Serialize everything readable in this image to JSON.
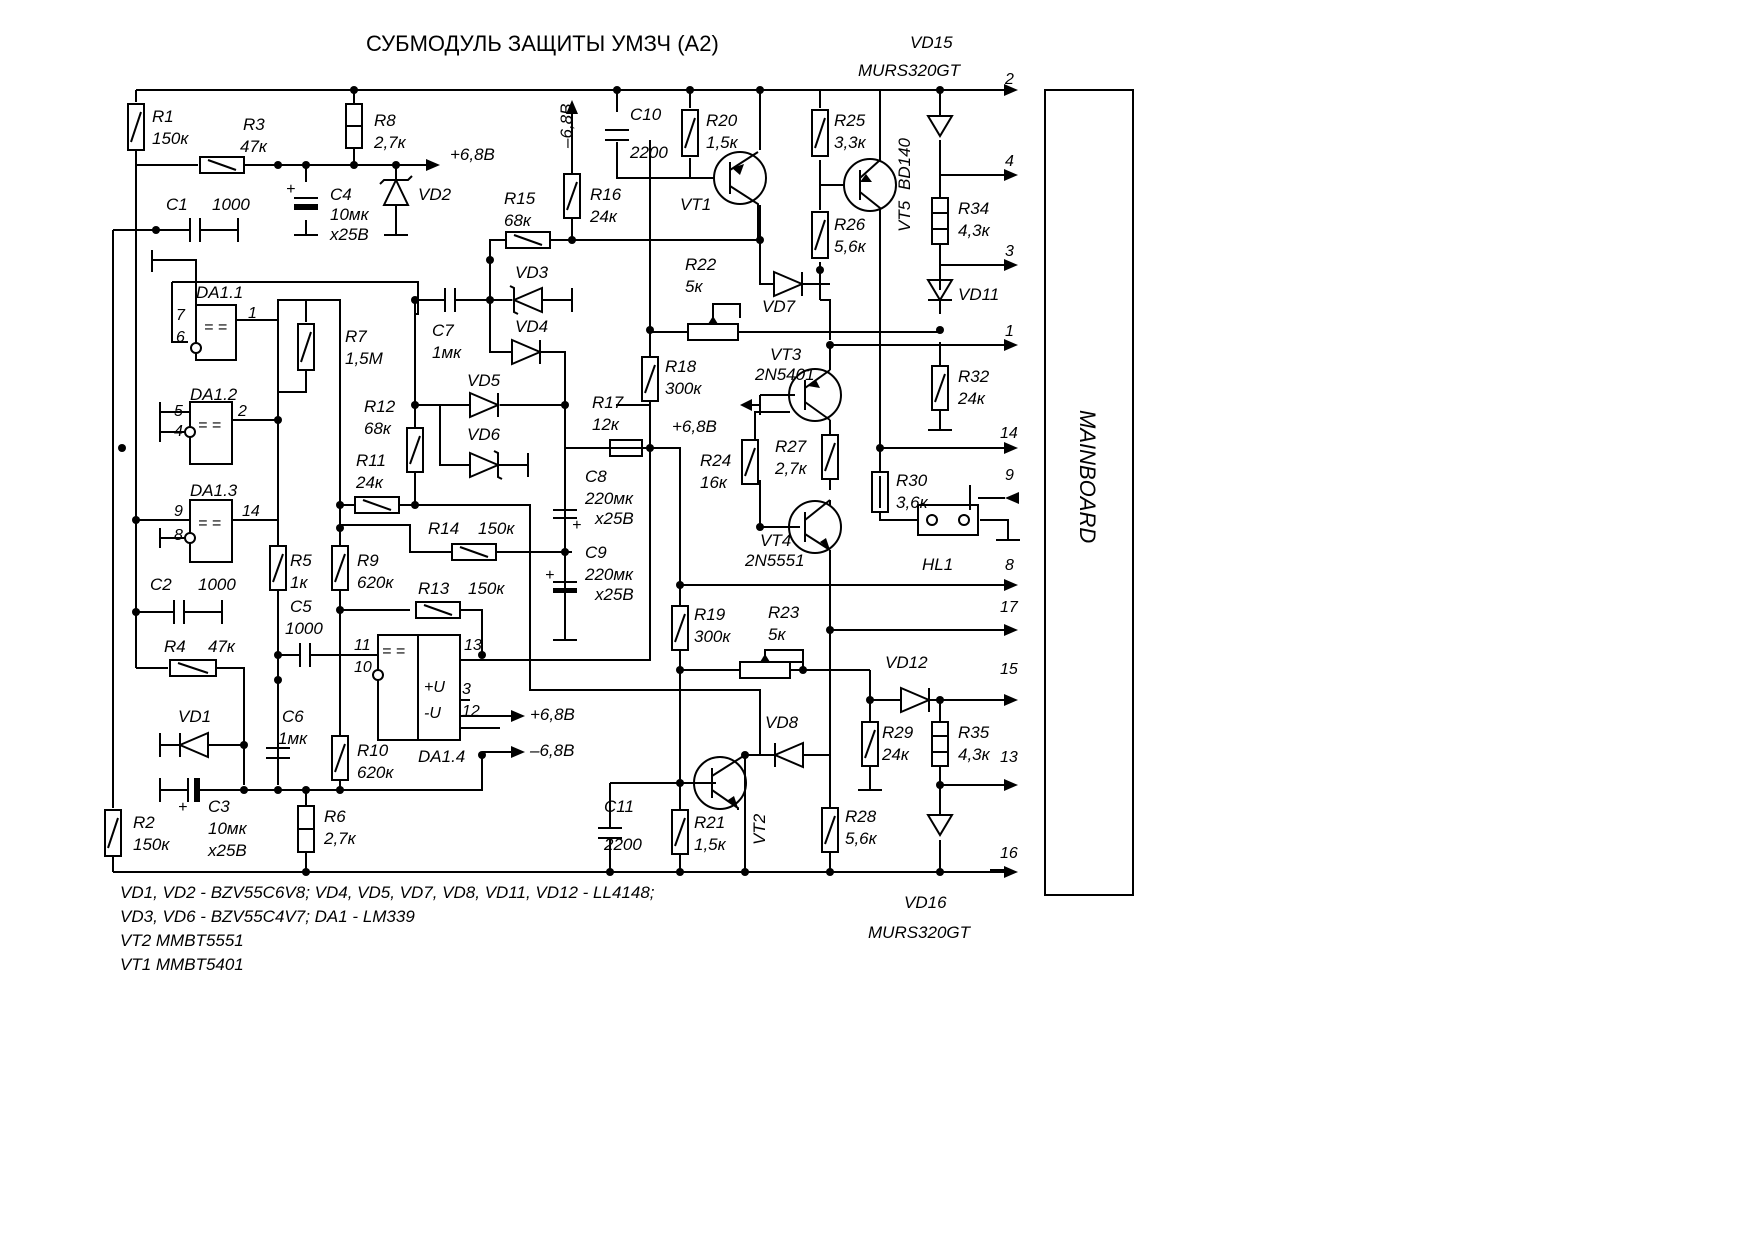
{
  "title": "СУБМОДУЛЬ ЗАЩИТЫ УМЗЧ   (А2)",
  "mainboard_label": "MAINBOARD",
  "components": {
    "R1": {
      "ref": "R1",
      "value": "150к"
    },
    "R2": {
      "ref": "R2",
      "value": "150к"
    },
    "R3": {
      "ref": "R3",
      "value": "47к"
    },
    "R4": {
      "ref": "R4",
      "value": "47к"
    },
    "R5": {
      "ref": "R5",
      "value": "1к"
    },
    "R6": {
      "ref": "R6",
      "value": "2,7к"
    },
    "R7": {
      "ref": "R7",
      "value": "1,5М"
    },
    "R8": {
      "ref": "R8",
      "value": "2,7к"
    },
    "R9": {
      "ref": "R9",
      "value": "620к"
    },
    "R10": {
      "ref": "R10",
      "value": "620к"
    },
    "R11": {
      "ref": "R11",
      "value": "24к"
    },
    "R12": {
      "ref": "R12",
      "value": "68к"
    },
    "R13": {
      "ref": "R13",
      "value": "150к"
    },
    "R14": {
      "ref": "R14",
      "value": "150к"
    },
    "R15": {
      "ref": "R15",
      "value": "68к"
    },
    "R16": {
      "ref": "R16",
      "value": "24к"
    },
    "R17": {
      "ref": "R17",
      "value": "12к"
    },
    "R18": {
      "ref": "R18",
      "value": "300к"
    },
    "R19": {
      "ref": "R19",
      "value": "300к"
    },
    "R20": {
      "ref": "R20",
      "value": "1,5к"
    },
    "R21": {
      "ref": "R21",
      "value": "1,5к"
    },
    "R22": {
      "ref": "R22",
      "value": "5к"
    },
    "R23": {
      "ref": "R23",
      "value": "5к"
    },
    "R24": {
      "ref": "R24",
      "value": "16к"
    },
    "R25": {
      "ref": "R25",
      "value": "3,3к"
    },
    "R26": {
      "ref": "R26",
      "value": "5,6к"
    },
    "R27": {
      "ref": "R27",
      "value": "2,7к"
    },
    "R28": {
      "ref": "R28",
      "value": "5,6к"
    },
    "R29": {
      "ref": "R29",
      "value": "24к"
    },
    "R30": {
      "ref": "R30",
      "value": "3,6к"
    },
    "R32": {
      "ref": "R32",
      "value": "24к"
    },
    "R34": {
      "ref": "R34",
      "value": "4,3к"
    },
    "R35": {
      "ref": "R35",
      "value": "4,3к"
    },
    "C1": {
      "ref": "C1",
      "value": "1000"
    },
    "C2": {
      "ref": "C2",
      "value": "1000"
    },
    "C3": {
      "ref": "C3",
      "value": "10мк",
      "value2": "х25В"
    },
    "C4": {
      "ref": "C4",
      "value": "10мк",
      "value2": "х25В"
    },
    "C5": {
      "ref": "C5",
      "value": "1000"
    },
    "C6": {
      "ref": "C6",
      "value": "1мк"
    },
    "C7": {
      "ref": "C7",
      "value": "1мк"
    },
    "C8": {
      "ref": "C8",
      "value": "220мк",
      "value2": "х25В"
    },
    "C9": {
      "ref": "C9",
      "value": "220мк",
      "value2": "х25В"
    },
    "C10": {
      "ref": "C10",
      "value": "2200"
    },
    "C11": {
      "ref": "C11",
      "value": "2200"
    },
    "VD1": {
      "ref": "VD1"
    },
    "VD2": {
      "ref": "VD2"
    },
    "VD3": {
      "ref": "VD3"
    },
    "VD4": {
      "ref": "VD4"
    },
    "VD5": {
      "ref": "VD5"
    },
    "VD6": {
      "ref": "VD6"
    },
    "VD7": {
      "ref": "VD7"
    },
    "VD8": {
      "ref": "VD8"
    },
    "VD11": {
      "ref": "VD11"
    },
    "VD12": {
      "ref": "VD12"
    },
    "VD15": {
      "ref": "VD15",
      "value": "MURS320GT"
    },
    "VD16": {
      "ref": "VD16",
      "value": "MURS320GT"
    },
    "VT1": {
      "ref": "VT1"
    },
    "VT2": {
      "ref": "VT2"
    },
    "VT3": {
      "ref": "VT3",
      "value": "2N5401"
    },
    "VT4": {
      "ref": "VT4",
      "value": "2N5551"
    },
    "VT5": {
      "ref": "VT5",
      "value": "BD140"
    },
    "HL1": {
      "ref": "HL1"
    },
    "DA1_1": {
      "ref": "DA1.1",
      "symbol": "= =",
      "pins": [
        "7",
        "6",
        "1"
      ]
    },
    "DA1_2": {
      "ref": "DA1.2",
      "symbol": "= =",
      "pins": [
        "5",
        "4",
        "2"
      ]
    },
    "DA1_3": {
      "ref": "DA1.3",
      "symbol": "= =",
      "pins": [
        "9",
        "8",
        "14"
      ]
    },
    "DA1_4": {
      "ref": "DA1.4",
      "symbol": "= =",
      "pins": [
        "11",
        "10",
        "13",
        "3",
        "12"
      ],
      "plus_u": "+U",
      "minus_u": "-U"
    }
  },
  "rails": {
    "p68_a": "+6,8В",
    "p68_b": "+6,8В",
    "p68_c": "+6,8В",
    "m68_a": "–6,8В",
    "m68_b": "–6,8В"
  },
  "connector_pins": [
    "2",
    "4",
    "3",
    "1",
    "14",
    "9",
    "8",
    "17",
    "15",
    "13",
    "16"
  ],
  "notes": [
    "VD1, VD2 - BZV55C6V8;  VD4, VD5, VD7, VD8, VD11, VD12 - LL4148;",
    "VD3, VD6 - BZV55C4V7;  DA1 - LM339",
    "VT2 MMBT5551",
    "VT1 MMBT5401"
  ]
}
